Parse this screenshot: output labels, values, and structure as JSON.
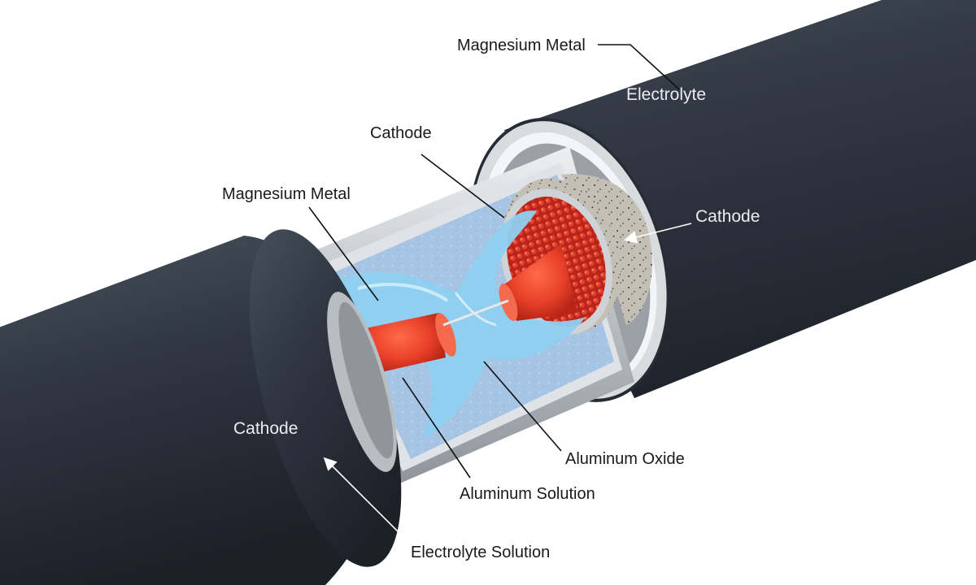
{
  "labels": {
    "magnesium_metal_top": "Magnesium Metal",
    "electrolyte": "Electrolyte",
    "cathode_upper": "Cathode",
    "magnesium_metal_left": "Magnesium Metal",
    "cathode_right": "Cathode",
    "cathode_left_tube": "Cathode",
    "aluminum_oxide": "Aluminum Oxide",
    "aluminum_solution": "Aluminum Solution",
    "electrolyte_solution": "Electrolyte Solution"
  },
  "colors": {
    "tube_outer": "#2f3641",
    "tube_highlight": "#56606e",
    "metal_sleeve": "#c9cdd2",
    "electrolyte_fill": "#a9c7e6",
    "aluminum_solution": "#7cc4ea",
    "molten_core": "#e8412a",
    "cathode_pellets": "#c92a1e",
    "porous_cathode": "#bdb8ae"
  }
}
